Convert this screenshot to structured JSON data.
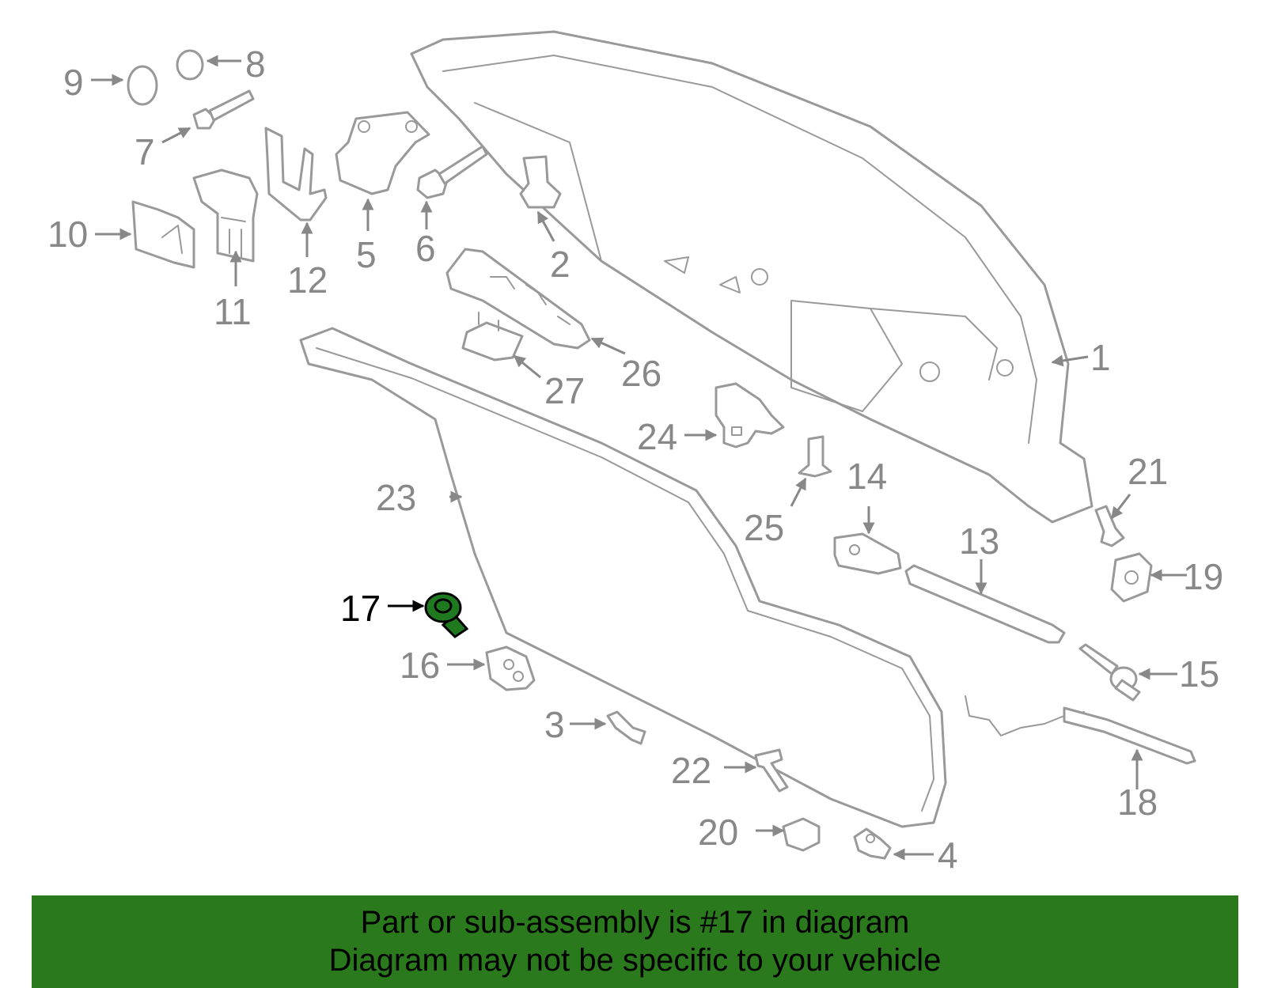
{
  "highlight_color": "#2a7a1d",
  "highlighted_part": "17",
  "callouts": [
    "1",
    "2",
    "3",
    "4",
    "5",
    "6",
    "7",
    "8",
    "9",
    "10",
    "11",
    "12",
    "13",
    "14",
    "15",
    "16",
    "17",
    "18",
    "19",
    "20",
    "21",
    "22",
    "23",
    "24",
    "25",
    "26",
    "27"
  ],
  "banner": {
    "line1": "Part or sub-assembly is #17 in diagram",
    "line2": "Diagram may not be specific to your vehicle"
  }
}
